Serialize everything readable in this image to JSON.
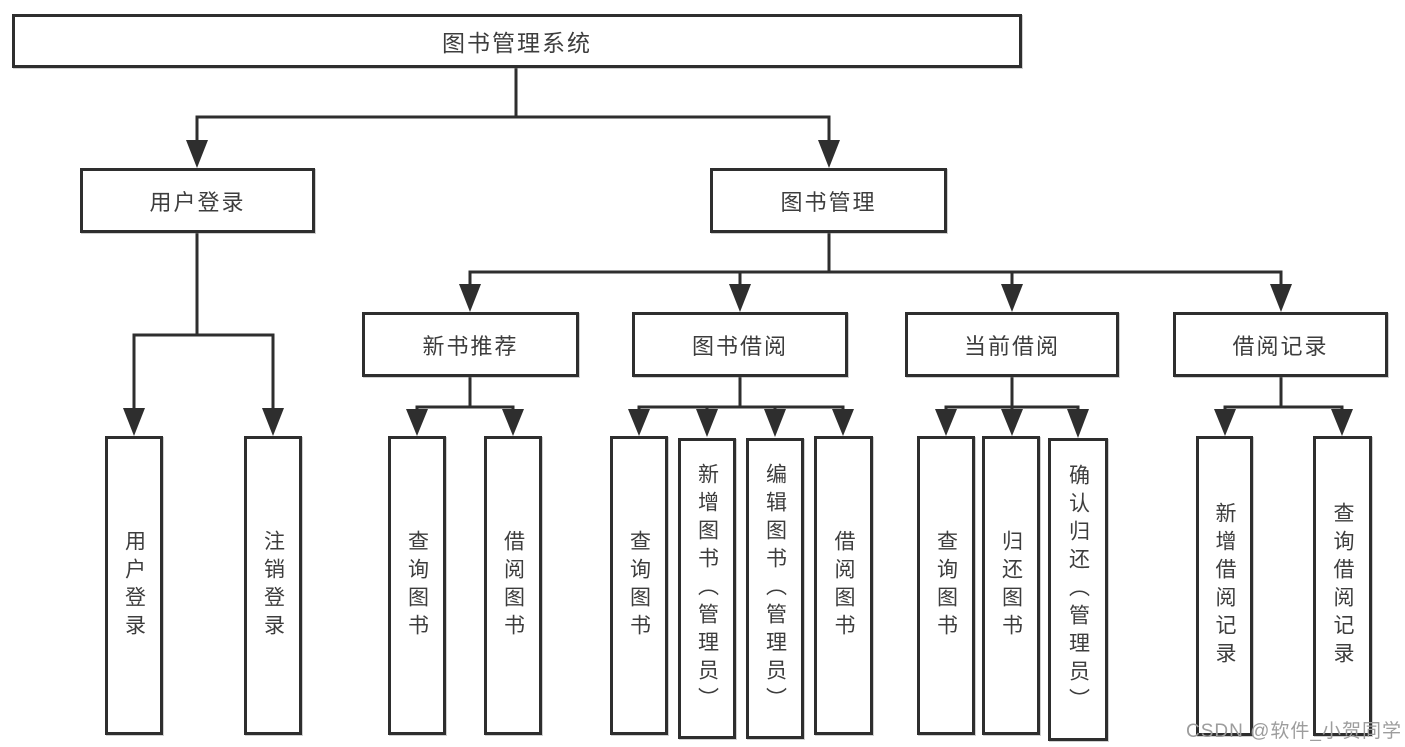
{
  "diagram_title": "图书管理系统",
  "tree": {
    "root": {
      "label": "图书管理系统",
      "children": [
        {
          "label": "用户登录",
          "children": [
            {
              "label": "用户登录"
            },
            {
              "label": "注销登录"
            }
          ]
        },
        {
          "label": "图书管理",
          "children": [
            {
              "label": "新书推荐",
              "children": [
                {
                  "label": "查询图书"
                },
                {
                  "label": "借阅图书"
                }
              ]
            },
            {
              "label": "图书借阅",
              "children": [
                {
                  "label": "查询图书"
                },
                {
                  "label": "新增图书（管理员）"
                },
                {
                  "label": "编辑图书（管理员）"
                },
                {
                  "label": "借阅图书"
                }
              ]
            },
            {
              "label": "当前借阅",
              "children": [
                {
                  "label": "查询图书"
                },
                {
                  "label": "归还图书"
                },
                {
                  "label": "确认归还（管理员）"
                }
              ]
            },
            {
              "label": "借阅记录",
              "children": [
                {
                  "label": "新增借阅记录"
                },
                {
                  "label": "查询借阅记录"
                }
              ]
            }
          ]
        }
      ]
    }
  },
  "watermark": {
    "text": "CSDN @软件_小贺同学"
  },
  "colors": {
    "line": "#2e2e2e",
    "box_border": "#2e2e2e",
    "text": "#3d3d3d",
    "watermark": "#9d9d9d",
    "background": "#ffffff"
  }
}
